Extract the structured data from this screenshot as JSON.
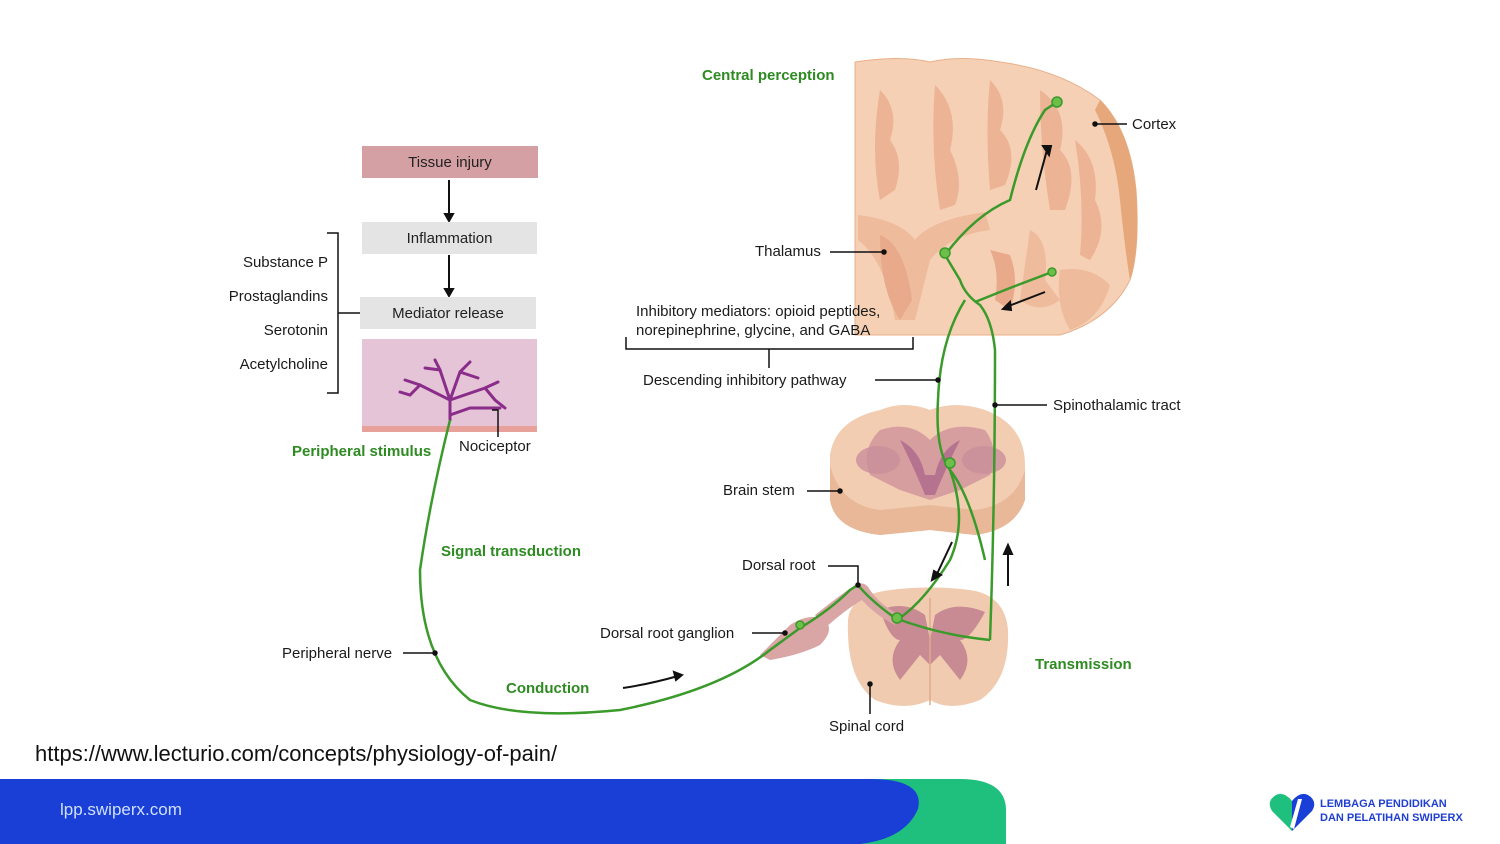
{
  "flowchart": {
    "tissue_injury": "Tissue injury",
    "inflammation": "Inflammation",
    "mediator_release": "Mediator release",
    "mediators": [
      "Substance P",
      "Prostaglandins",
      "Serotonin",
      "Acetylcholine"
    ]
  },
  "stages": {
    "central_perception": "Central perception",
    "peripheral_stimulus": "Peripheral stimulus",
    "signal_transduction": "Signal transduction",
    "conduction": "Conduction",
    "transmission": "Transmission"
  },
  "labels": {
    "cortex": "Cortex",
    "thalamus": "Thalamus",
    "inhibitory_line1": "Inhibitory mediators: opioid peptides,",
    "inhibitory_line2": "norepinephrine, glycine, and GABA",
    "descending_pathway": "Descending inhibitory pathway",
    "spinothalamic_tract": "Spinothalamic tract",
    "brain_stem": "Brain stem",
    "dorsal_root": "Dorsal root",
    "dorsal_root_ganglion": "Dorsal root ganglion",
    "peripheral_nerve": "Peripheral nerve",
    "spinal_cord": "Spinal cord",
    "nociceptor": "Nociceptor"
  },
  "source_url": "https://www.lecturio.com/concepts/physiology-of-pain/",
  "footer": {
    "site": "lpp.swiperx.com",
    "org_line1": "LEMBAGA PENDIDIKAN",
    "org_line2": "DAN PELATIHAN SWIPERX"
  },
  "colors": {
    "pathway_green": "#3a9a2a",
    "footer_blue": "#1a3fd6",
    "footer_green": "#1fc07e",
    "tissue_pink": "#d4a0a3",
    "brain_tan": "#f2c8aa"
  }
}
